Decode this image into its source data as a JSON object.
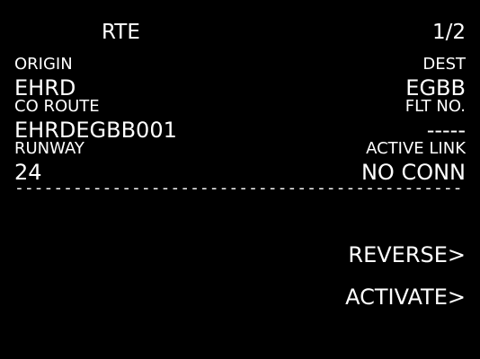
{
  "header": {
    "title": "RTE",
    "page": "1/2"
  },
  "fields": {
    "origin_label": "ORIGIN",
    "origin_value": "EHRD",
    "dest_label": "DEST",
    "dest_value": "EGBB",
    "co_route_label": "CO ROUTE",
    "co_route_value": "EHRDEGBB001",
    "flt_no_label": "FLT NO.",
    "flt_no_value": "-----",
    "runway_label": "RUNWAY",
    "runway_value": "24",
    "active_link_label": "ACTIVE LINK",
    "active_link_value": "NO CONN"
  },
  "divider": "----------------------------------------------------",
  "actions": {
    "reverse_label": "REVERSE>",
    "activate_label": "ACTIVATE>"
  },
  "colors": {
    "background": "#000000",
    "text": "#ffffff"
  }
}
